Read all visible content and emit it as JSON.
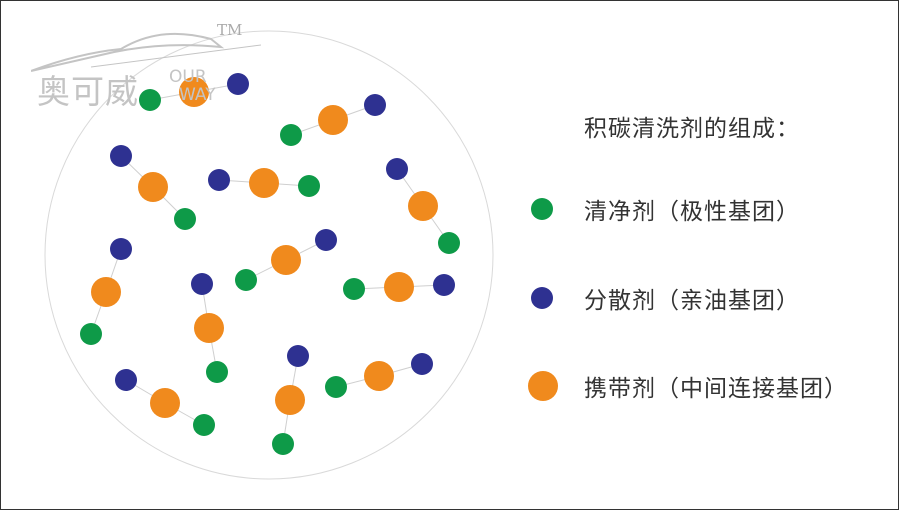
{
  "logo": {
    "chinese": "奥可威",
    "english_top": "OUR",
    "english_bottom": "WAY",
    "trademark": "TM"
  },
  "title": "积碳清洗剂的组成：",
  "colors": {
    "green": "#0e9a48",
    "blue": "#2e3191",
    "orange": "#f08a1d",
    "circle": "#d9d9d9",
    "link": "#cfcfcf"
  },
  "legend": [
    {
      "key": "green",
      "label": "清净剂（极性基团）"
    },
    {
      "key": "blue",
      "label": "分散剂（亲油基团）"
    },
    {
      "key": "orange",
      "label": "携带剂（中间连接基团）"
    }
  ],
  "molecules": [
    [
      "green",
      "orange",
      "blue"
    ],
    [
      "green",
      "orange",
      "blue"
    ],
    [
      "blue",
      "orange",
      "green"
    ],
    [
      "blue",
      "orange",
      "green"
    ],
    [
      "blue",
      "orange",
      "green"
    ],
    [
      "blue",
      "orange",
      "green"
    ],
    [
      "green",
      "orange",
      "blue"
    ],
    [
      "green",
      "orange",
      "blue"
    ],
    [
      "blue",
      "orange",
      "green"
    ],
    [
      "blue",
      "orange",
      "green"
    ],
    [
      "blue",
      "orange",
      "green"
    ],
    [
      "green",
      "orange",
      "blue"
    ]
  ]
}
